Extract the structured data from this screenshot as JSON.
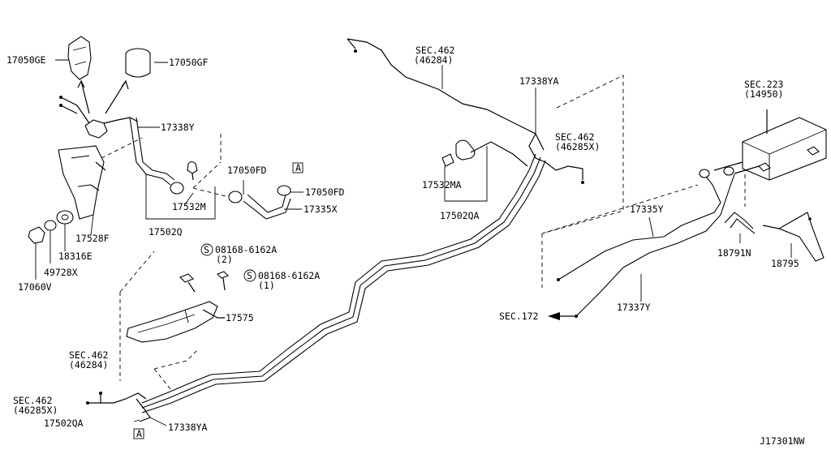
{
  "labels": {
    "p17050GE": "17050GE",
    "p17050GF": "17050GF",
    "p17338Y": "17338Y",
    "p17050FD": "17050FD",
    "refA": "A",
    "p17532M": "17532M",
    "p17335X": "17335X",
    "p17528F": "17528F",
    "p17502Q": "17502Q",
    "p18316E": "18316E",
    "p49728X": "49728X",
    "p17060V": "17060V",
    "s": "S",
    "bolt": "08168-6162A",
    "qty2": "(2)",
    "qty1": "(1)",
    "p17575": "17575",
    "sec462": "SEC.462",
    "r46284": "(46284)",
    "r46285X": "(46285X)",
    "p17502QA": "17502QA",
    "p17338YA": "17338YA",
    "p17532MA": "17532MA",
    "sec223": "SEC.223",
    "r14950": "(14950)",
    "p17335Y": "17335Y",
    "p18791N": "18791N",
    "p18795": "18795",
    "p17337Y": "17337Y",
    "sec172": "SEC.172",
    "code": "J17301NW"
  }
}
